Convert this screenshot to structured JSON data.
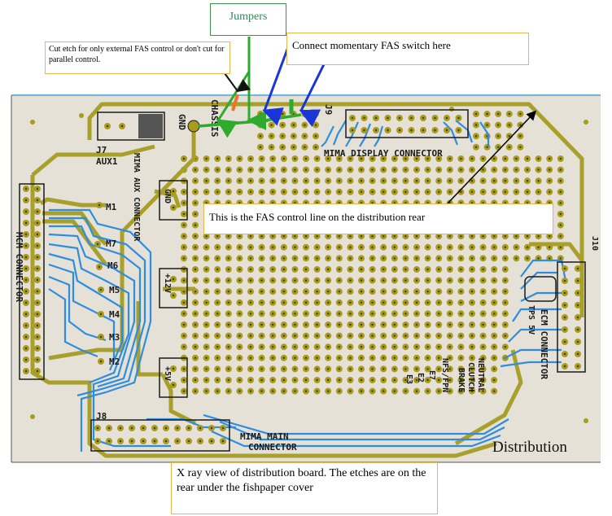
{
  "callouts": {
    "jumpers": "Jumpers",
    "cut_etch": "Cut etch for only external FAS control or don't cut for parallel control.",
    "connect_fas": "Connect momentary FAS switch here",
    "fas_control_line": "This is the FAS control line on the distribution rear",
    "xray_caption": "X ray view of distribution board. The etches are on the rear under the fishpaper cover"
  },
  "board_label": "Distribution",
  "silkscreen": {
    "chassis": "CHASSIS",
    "gnd": "GND",
    "j7": "J7",
    "aux1": "AUX1",
    "mima_aux_connector": "MIMA AUX CONNECTOR",
    "j9": "J9",
    "mima_display_connector": "MIMA DISPLAY CONNECTOR",
    "mcm_connector": "MCM CONNECTOR",
    "m1": "M1",
    "m7": "M7",
    "m6": "M6",
    "m5": "M5",
    "m4": "M4",
    "m3": "M3",
    "m2": "M2",
    "gnd2": "GND",
    "plus12v": "+12V",
    "plus5v": "+5V",
    "j8": "J8",
    "mima_main_connector": "MIMA MAIN CONNECTOR",
    "j10": "J10",
    "tps_5v": "TPS 5V",
    "ecm_connector": "ECM CONNECTOR",
    "neutral": "NEUTRAL",
    "clutch": "CLUTCH",
    "brake": "BRAKE",
    "nfs_fpn": "NFS/FPN",
    "e7": "E7",
    "e2": "E2",
    "e3": "E3"
  },
  "colors": {
    "board": "#e5e1d6",
    "board_edge": "#6bb9e6",
    "pad": "#a89c1a",
    "pad_hole": "#3e3a10",
    "trace_gold": "#a8a02a",
    "trace_blue": "#2f8de0",
    "arrow_blue": "#1a35d9",
    "jumper_green": "#2eaa2e",
    "cut_orange": "#e8742c",
    "callout_border": "#e8b64a",
    "jumpers_border": "#3f8f4f",
    "jumpers_text": "#2e8b57"
  }
}
